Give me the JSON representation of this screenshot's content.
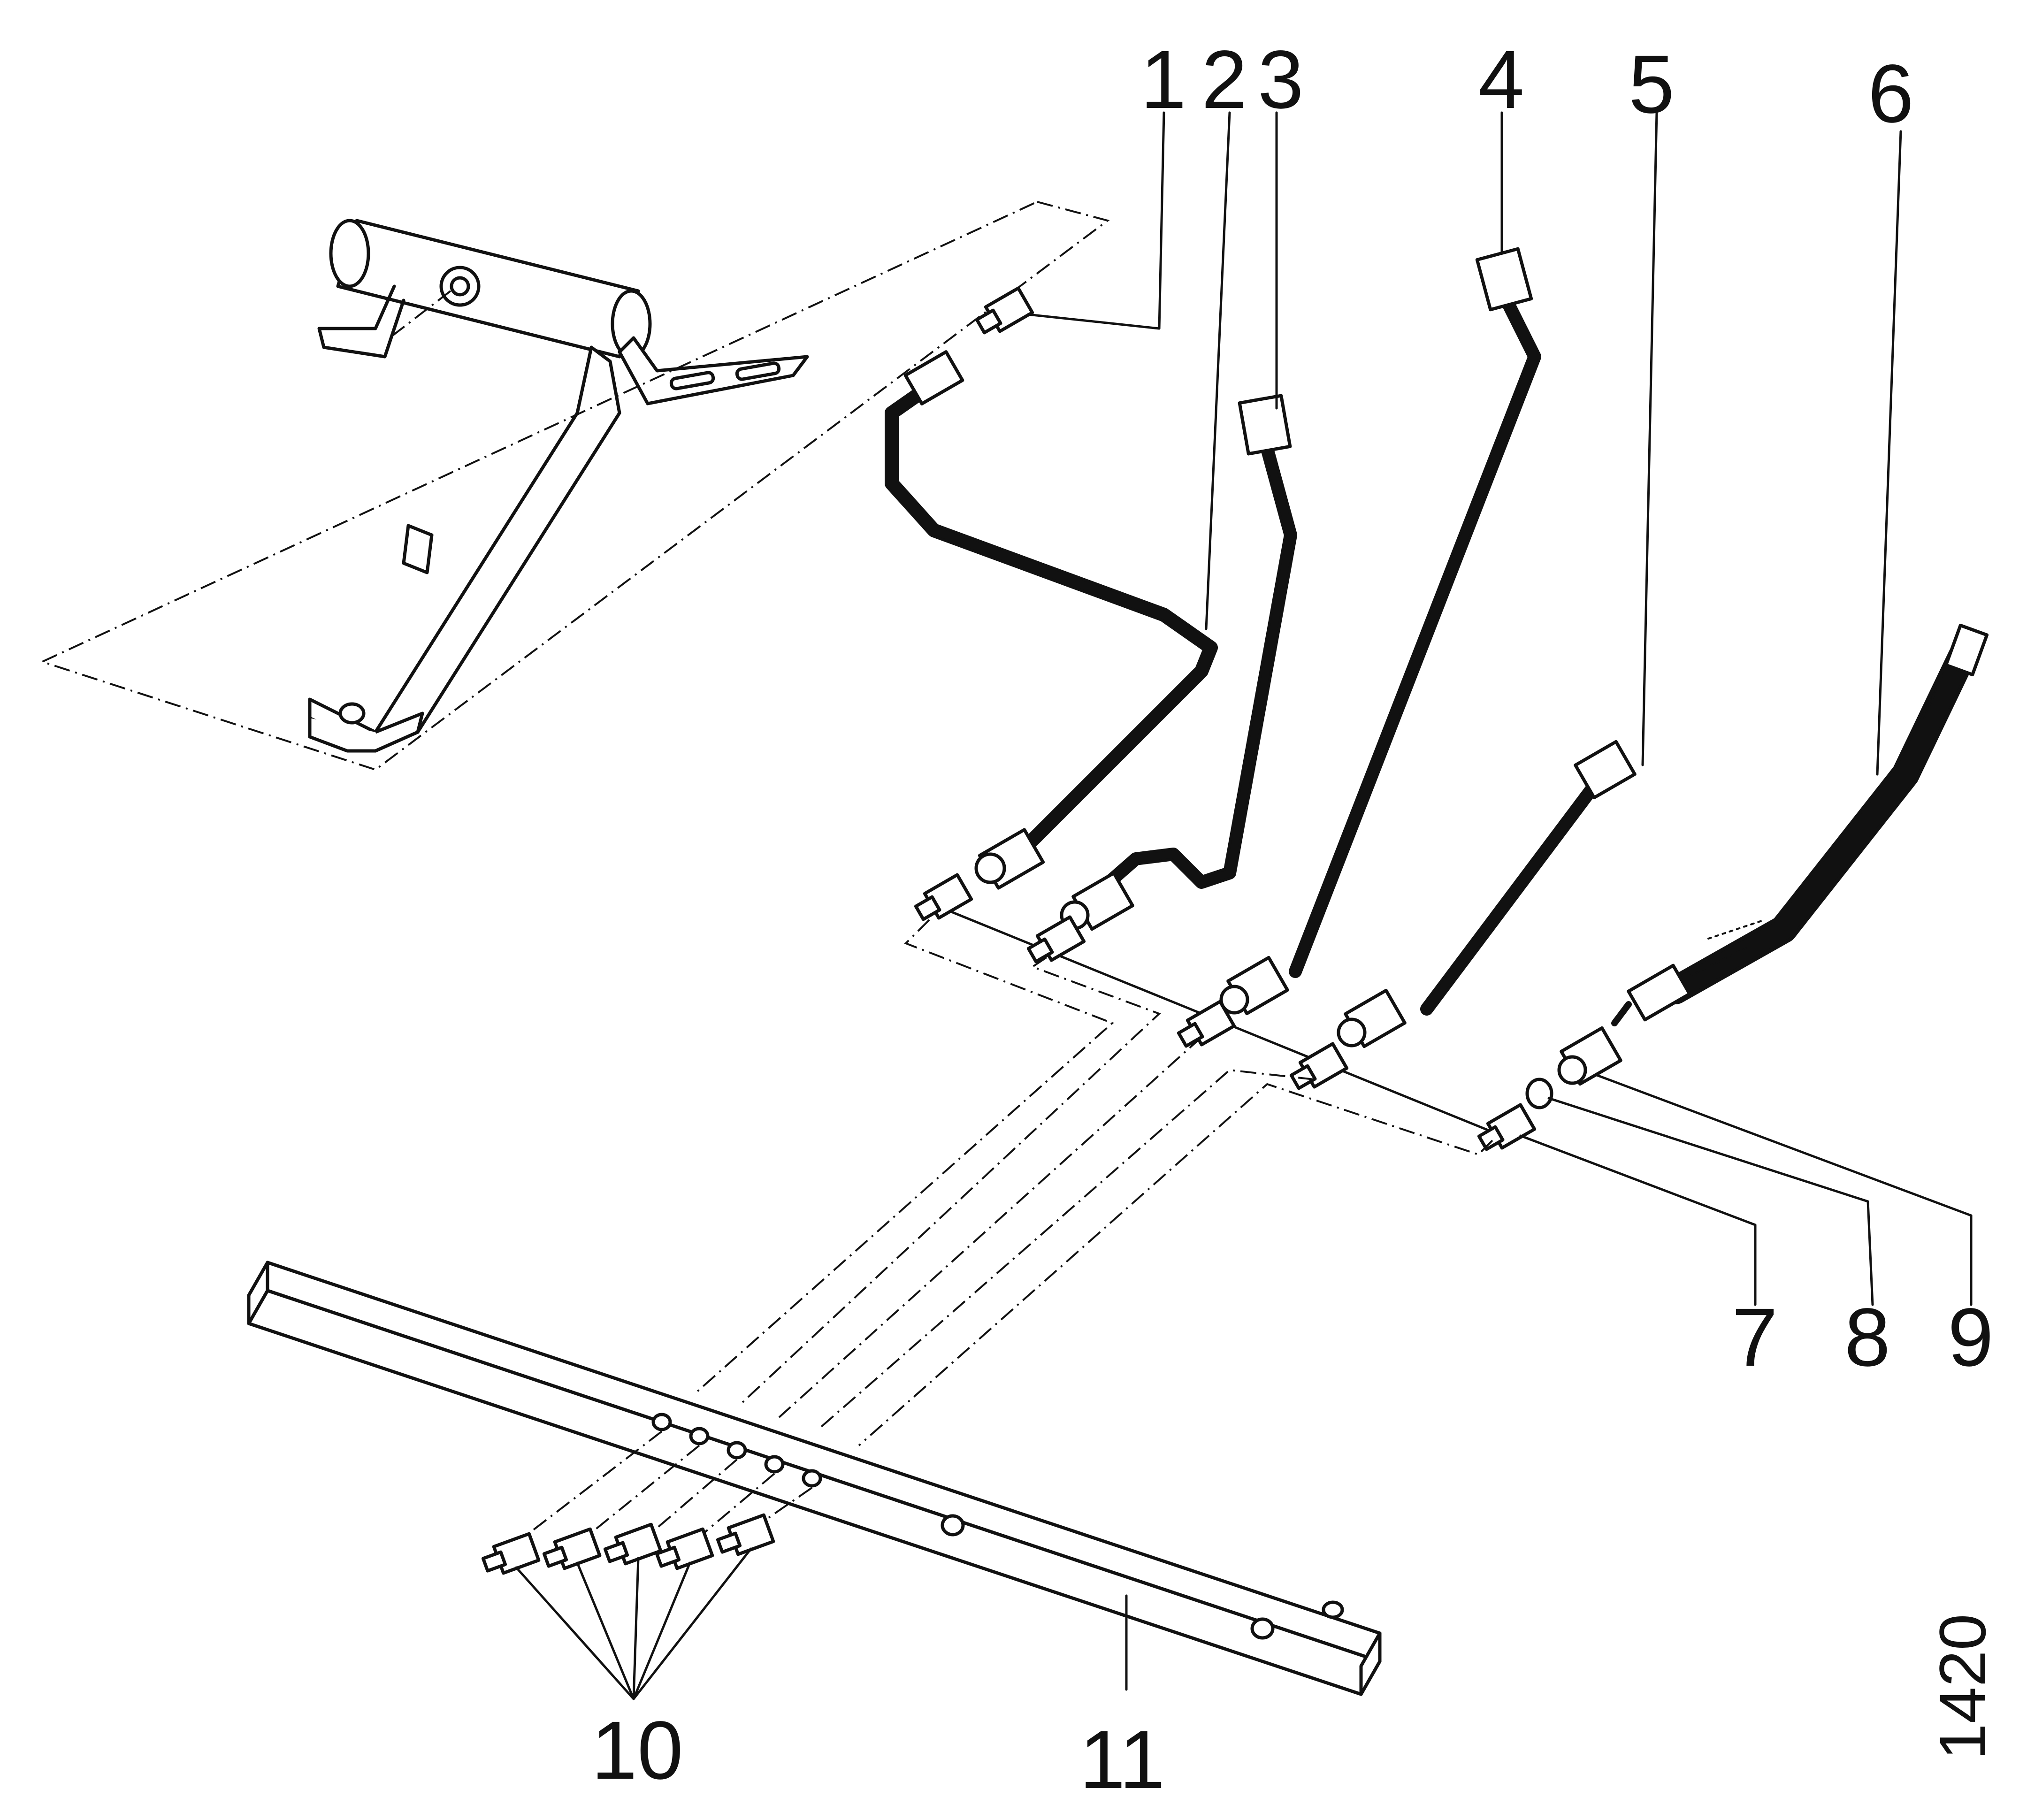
{
  "diagram": {
    "callouts": [
      {
        "id": "1",
        "text": "1"
      },
      {
        "id": "2",
        "text": "2"
      },
      {
        "id": "3",
        "text": "3"
      },
      {
        "id": "4",
        "text": "4"
      },
      {
        "id": "5",
        "text": "5"
      },
      {
        "id": "6",
        "text": "6"
      },
      {
        "id": "7",
        "text": "7"
      },
      {
        "id": "8",
        "text": "8"
      },
      {
        "id": "9",
        "text": "9"
      },
      {
        "id": "10",
        "text": "10"
      },
      {
        "id": "11",
        "text": "11"
      }
    ],
    "figure_number": "1420"
  }
}
